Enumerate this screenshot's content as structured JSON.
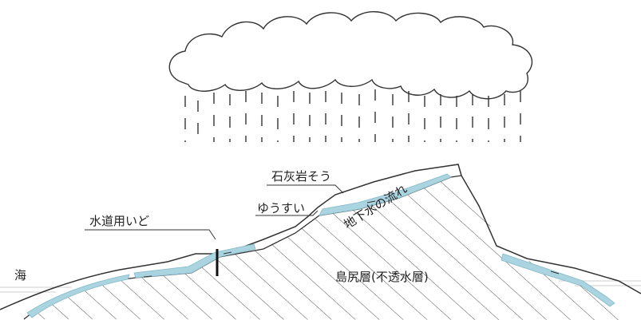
{
  "labels": {
    "sea": "海",
    "waterworks_well": "水道用いど",
    "limestone_layer": "石灰岩そう",
    "spring": "ゆうすい",
    "groundwater_flow": "地下水の流れ",
    "impermeable_layer": "島尻層(不透水層)"
  },
  "colors": {
    "water": "#a9d4e0",
    "line": "#333333",
    "hatch": "#555555",
    "sea": "#d8d8d8"
  }
}
